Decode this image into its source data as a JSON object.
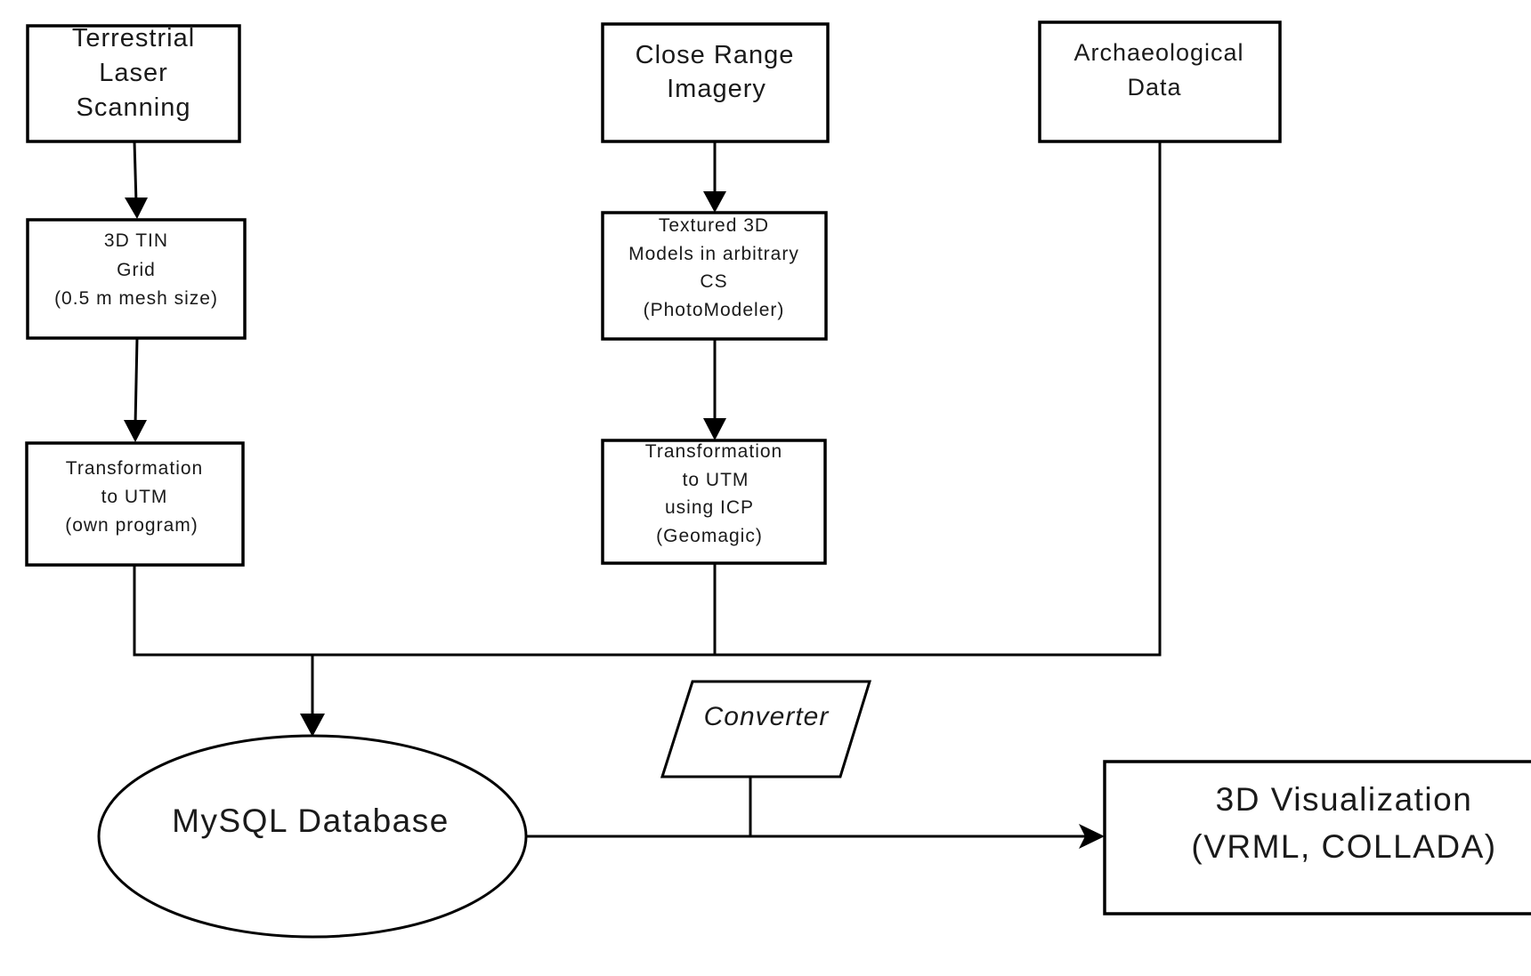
{
  "diagram": {
    "title": "",
    "nodes": {
      "tls": {
        "lines": [
          "Terrestrial",
          "Laser",
          "Scanning"
        ]
      },
      "tin": {
        "lines": [
          "3D TIN",
          "Grid",
          "(0.5 m mesh size)"
        ]
      },
      "transform_own": {
        "lines": [
          "Transformation",
          "to UTM",
          "(own program)"
        ]
      },
      "close_range": {
        "lines": [
          "Close Range",
          "Imagery"
        ]
      },
      "textured": {
        "lines": [
          "Textured 3D",
          "Models in arbitrary",
          "CS",
          "(PhotoModeler)"
        ]
      },
      "transform_icp": {
        "lines": [
          "Transformation",
          "to UTM",
          "using ICP",
          "(Geomagic)"
        ]
      },
      "archaeological": {
        "lines": [
          "Archaeological",
          "Data"
        ]
      },
      "mysql": {
        "lines": [
          "MySQL Database"
        ]
      },
      "converter": {
        "lines": [
          "Converter"
        ]
      },
      "visualization": {
        "lines": [
          "3D Visualization",
          "(VRML, COLLADA)"
        ]
      }
    },
    "edges": [
      {
        "from": "tls",
        "to": "tin"
      },
      {
        "from": "tin",
        "to": "transform_own"
      },
      {
        "from": "close_range",
        "to": "textured"
      },
      {
        "from": "textured",
        "to": "transform_icp"
      },
      {
        "from": "transform_own",
        "to": "mysql"
      },
      {
        "from": "transform_icp",
        "to": "mysql"
      },
      {
        "from": "archaeological",
        "to": "mysql"
      },
      {
        "from": "mysql",
        "to": "visualization",
        "via": "converter"
      }
    ]
  }
}
